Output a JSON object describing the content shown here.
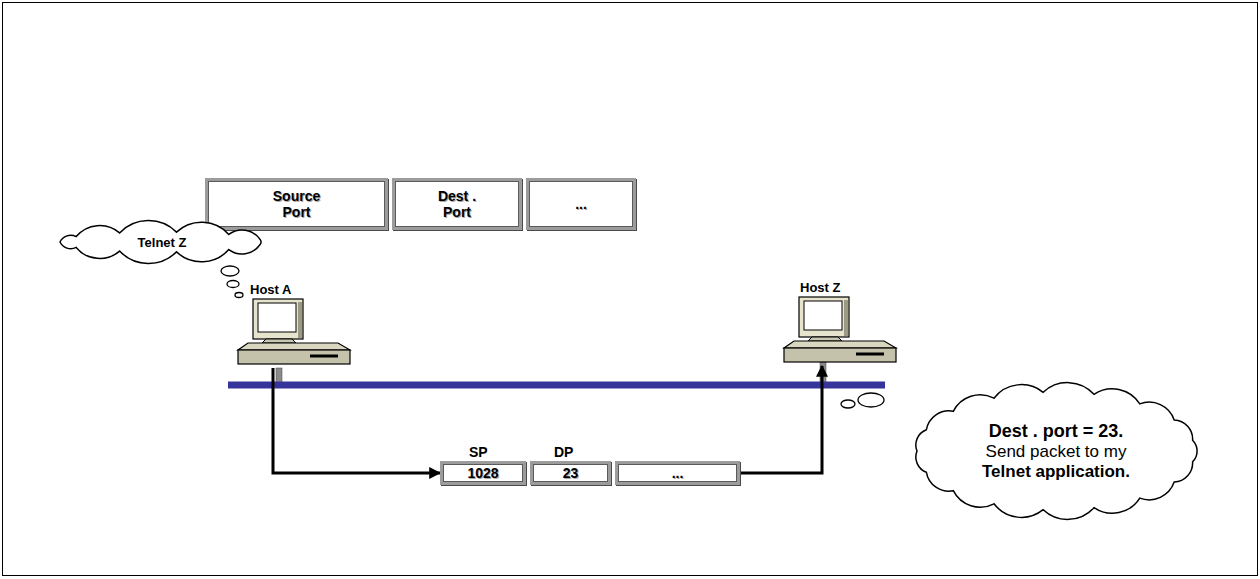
{
  "diagram": {
    "nodes": [
      {
        "text": [
          "Source Port"
        ]
      },
      {
        "text": [
          "Dest . Port"
        ]
      },
      {
        "text": [
          "..."
        ]
      },
      {
        "text": [
          "Telnet Z"
        ]
      },
      {
        "text": [
          "Host A"
        ]
      },
      {
        "text": [
          "Host Z"
        ]
      },
      {
        "text": [
          "SP",
          "1028"
        ]
      },
      {
        "text": [
          "DP",
          "23"
        ]
      },
      {
        "text": [
          "..."
        ]
      },
      {
        "text": [
          "Dest . port = 23.",
          "Send packet to my",
          "Telnet application."
        ]
      }
    ],
    "edges": [
      {
        "from": 4,
        "to": 6,
        "arrow": "to"
      },
      {
        "from": 8,
        "to": 5,
        "arrow": "to"
      }
    ]
  }
}
